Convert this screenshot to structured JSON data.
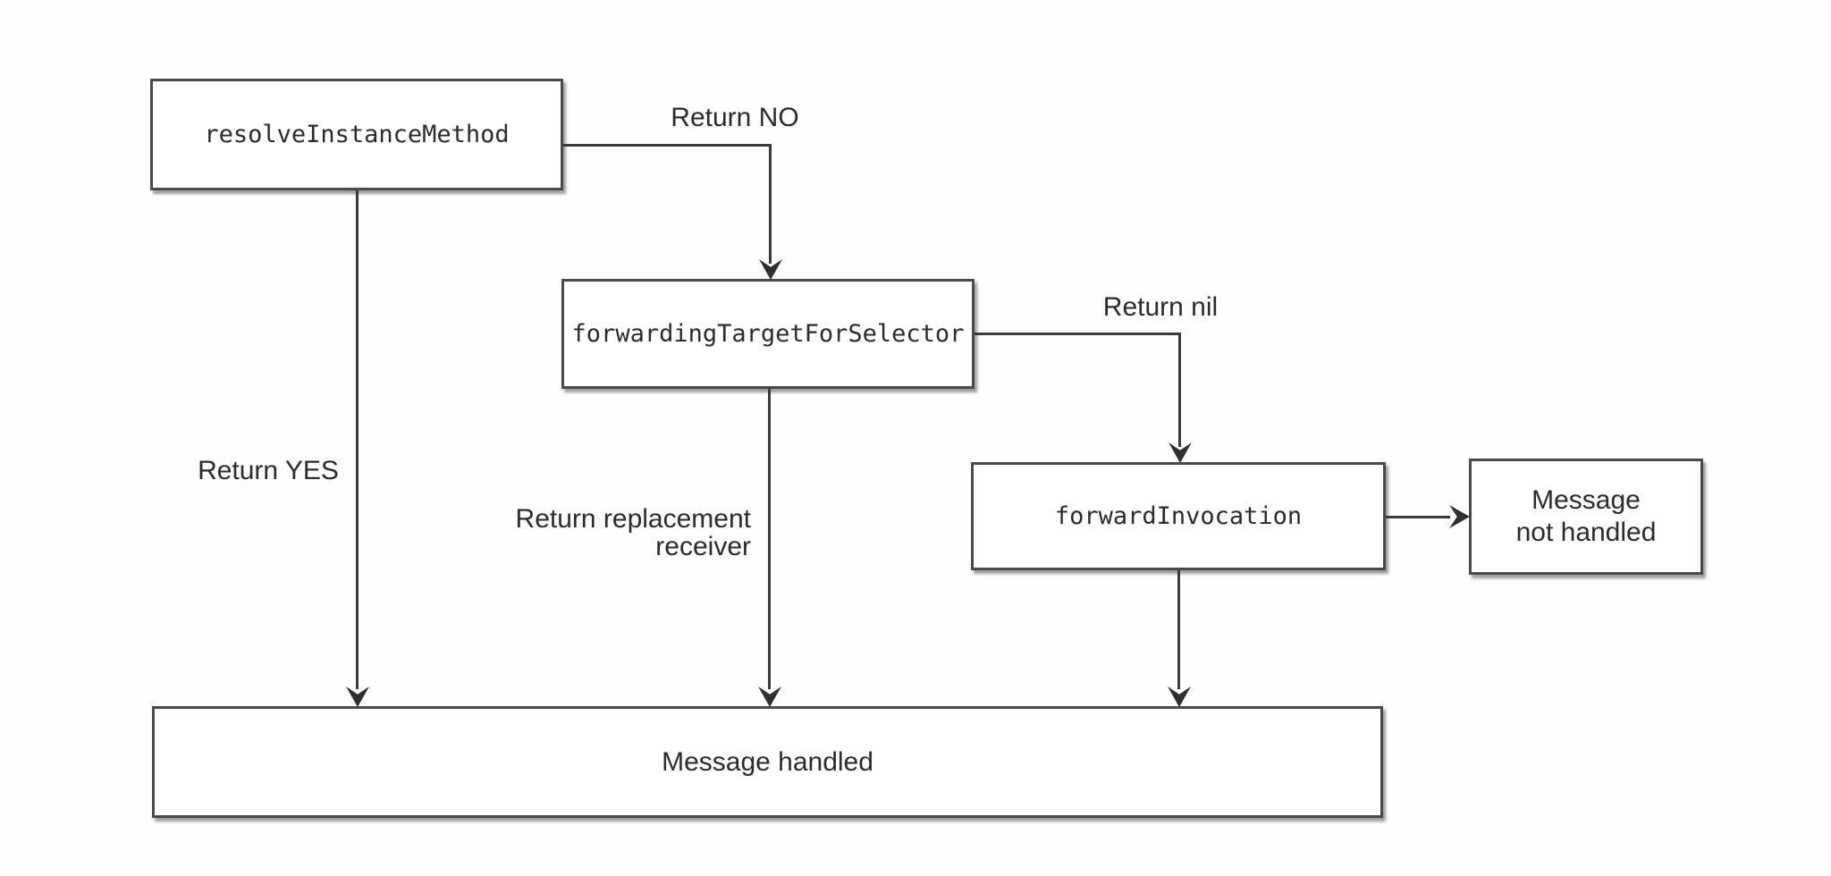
{
  "diagram": {
    "type": "flowchart",
    "colors": {
      "background": "#ffffff",
      "node_fill": "#ffffff",
      "node_border": "#4a4a4a",
      "connector": "#3a3a3a",
      "text": "#2b2b2b"
    },
    "nodes": [
      {
        "id": "resolveInstanceMethod",
        "label": "resolveInstanceMethod",
        "style": "code"
      },
      {
        "id": "forwardingTargetForSelector",
        "label": "forwardingTargetForSelector",
        "style": "code"
      },
      {
        "id": "forwardInvocation",
        "label": "forwardInvocation",
        "style": "code"
      },
      {
        "id": "message-not-handled",
        "label": "Message not handled",
        "label_line1": "Message",
        "label_line2": "not handled",
        "style": "text"
      },
      {
        "id": "message-handled",
        "label": "Message handled",
        "style": "text"
      }
    ],
    "edges": [
      {
        "from": "resolveInstanceMethod",
        "to": "forwardingTargetForSelector",
        "label": "Return NO"
      },
      {
        "from": "resolveInstanceMethod",
        "to": "message-handled",
        "label": "Return YES"
      },
      {
        "from": "forwardingTargetForSelector",
        "to": "forwardInvocation",
        "label": "Return nil"
      },
      {
        "from": "forwardingTargetForSelector",
        "to": "message-handled",
        "label": "Return replacement receiver",
        "label_line1": "Return replacement",
        "label_line2": "receiver"
      },
      {
        "from": "forwardInvocation",
        "to": "message-not-handled",
        "label": ""
      },
      {
        "from": "forwardInvocation",
        "to": "message-handled",
        "label": ""
      }
    ]
  }
}
